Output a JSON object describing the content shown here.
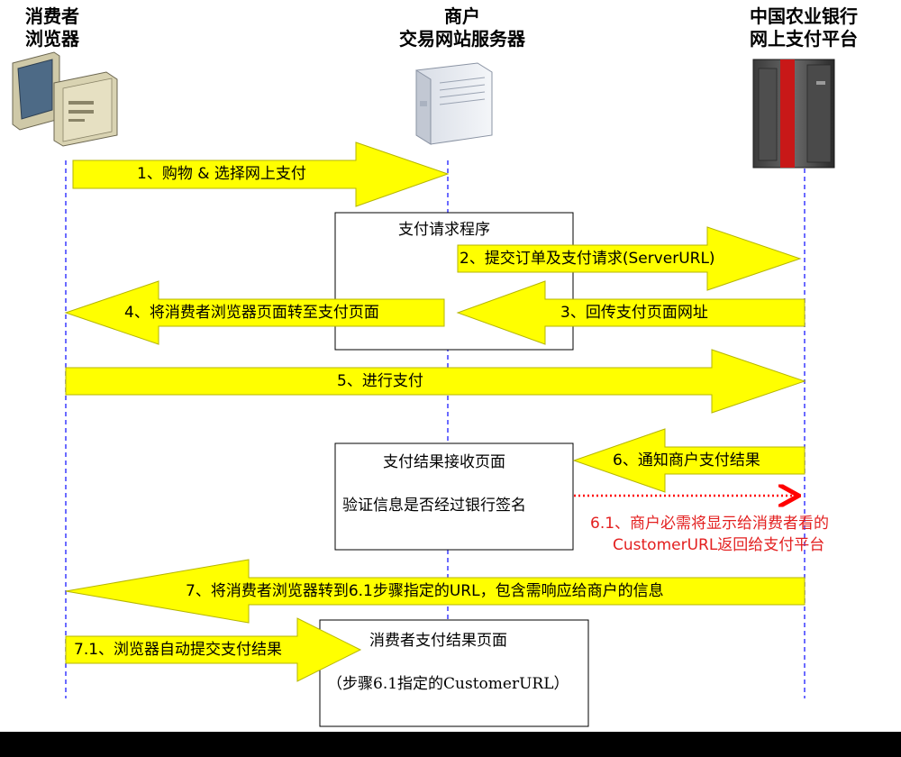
{
  "actors": {
    "consumer": "消费者\n浏览器",
    "merchant": "商户\n交易网站服务器",
    "bank": "中国农业银行\n网上支付平台"
  },
  "boxes": {
    "payment_request": "支付请求程序",
    "result_receive_title": "支付结果接收页面",
    "result_receive_verify": "验证信息是否经过银行签名",
    "consumer_result_title": "消费者支付结果页面",
    "consumer_result_sub": "（步骤6.1指定的CustomerURL）"
  },
  "steps": {
    "s1": "1、购物 & 选择网上支付",
    "s2": "2、提交订单及支付请求(ServerURL)",
    "s3": "3、回传支付页面网址",
    "s4": "4、将消费者浏览器页面转至支付页面",
    "s5": "5、进行支付",
    "s6": "6、通知商户支付结果",
    "s6_1_line1": "6.1、商户必需将显示给消费者看的",
    "s6_1_line2": "CustomerURL返回给支付平台",
    "s7": "7、将消费者浏览器转到6.1步骤指定的URL，包含需响应给商户的信息",
    "s7_1": "7.1、浏览器自动提交支付结果"
  },
  "icons": {
    "consumer": "desktop-computer-icon",
    "merchant": "tower-server-icon",
    "bank": "mainframe-server-icon"
  },
  "colors": {
    "arrow_fill": "#ffff00",
    "arrow_stroke": "#b5b500",
    "lifeline": "#3a3aff",
    "note_text": "#e32020"
  }
}
